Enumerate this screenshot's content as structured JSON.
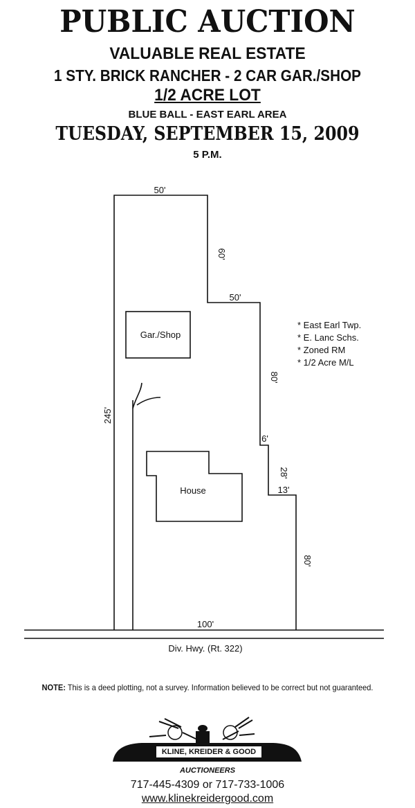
{
  "header": {
    "title": "PUBLIC AUCTION",
    "subtitle": "VALUABLE REAL ESTATE",
    "property": "1 STY. BRICK RANCHER - 2 CAR GAR./SHOP",
    "lot": "1/2 ACRE LOT",
    "area": "BLUE BALL - EAST EARL AREA",
    "date": "TUESDAY, SEPTEMBER 15, 2009",
    "time": "5 P.M."
  },
  "plot": {
    "dimensions": {
      "top": "50'",
      "right_upper": "60'",
      "step1": "50'",
      "right_mid": "80'",
      "step2": "6'",
      "right_short": "28'",
      "step3": "13'",
      "right_lower": "80'",
      "left": "245'",
      "bottom": "100'"
    },
    "buildings": {
      "garage": "Gar./Shop",
      "house": "House"
    },
    "road": "Div. Hwy. (Rt. 322)",
    "features": [
      "* East Earl Twp.",
      "* E. Lanc Schs.",
      "* Zoned RM",
      "* 1/2 Acre M/L"
    ]
  },
  "note": {
    "label": "NOTE:",
    "text": " This is a deed plotting, not a survey. Information believed to be correct but not guaranteed."
  },
  "footer": {
    "firm": "KLINE, KREIDER & GOOD",
    "role": "AUCTIONEERS",
    "phones": "717-445-4309 or 717-733-1006",
    "website": "www.klinekreidergood.com"
  }
}
